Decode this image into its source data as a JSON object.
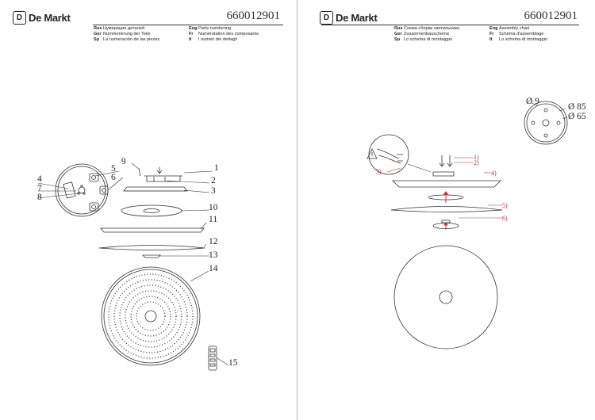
{
  "brand": "De Markt",
  "brand_letter": "D",
  "left_page": {
    "code": "660012901",
    "labels": [
      {
        "lang": "Rus",
        "text": "Нумерация деталей"
      },
      {
        "lang": "Eng",
        "text": "Parts numbering"
      },
      {
        "lang": "Ger",
        "text": "Nummerierung der Teile"
      },
      {
        "lang": "Fr",
        "text": "Numérotation des composants"
      },
      {
        "lang": "Sp",
        "text": "La numeración de las piezas"
      },
      {
        "lang": "It",
        "text": "I numeri dei dettagli"
      }
    ],
    "part_numbers": [
      "1",
      "2",
      "3",
      "4",
      "5",
      "6",
      "7",
      "8",
      "9",
      "10",
      "11",
      "12",
      "13",
      "14",
      "15"
    ]
  },
  "right_page": {
    "code": "660012901",
    "labels": [
      {
        "lang": "Rus",
        "text": "Схема сборки светильника"
      },
      {
        "lang": "Eng",
        "text": "Assembly chart"
      },
      {
        "lang": "Ger",
        "text": "Zusammenbauschema"
      },
      {
        "lang": "Fr",
        "text": "Schéma d'assemblage"
      },
      {
        "lang": "Sp",
        "text": "Lo schema di montaggio"
      },
      {
        "lang": "It",
        "text": "Lo schema di montaggio"
      }
    ],
    "steps": [
      "1)",
      "2)",
      "3)",
      "4)",
      "5)",
      "6)"
    ],
    "dimensions": [
      "Ø 9",
      "Ø 85",
      "Ø 65"
    ]
  }
}
